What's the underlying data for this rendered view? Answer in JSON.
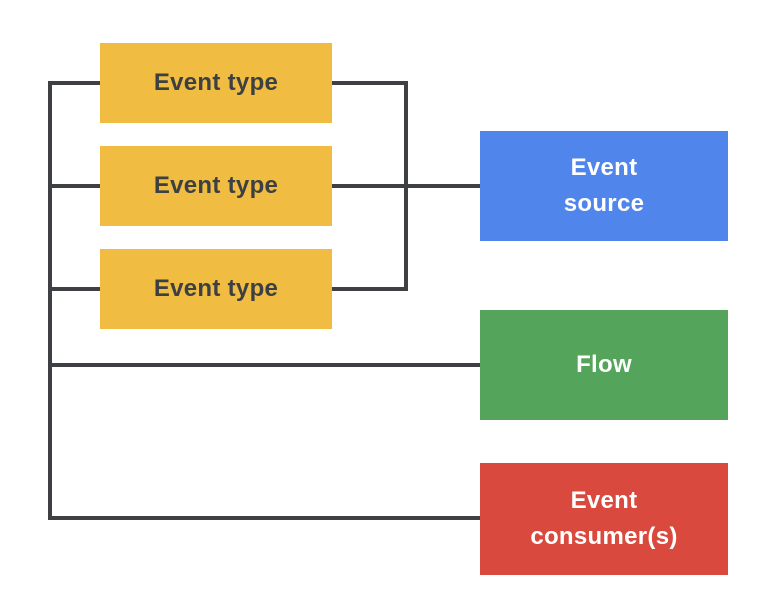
{
  "nodes": {
    "event_type_1": {
      "label": "Event type"
    },
    "event_type_2": {
      "label": "Event type"
    },
    "event_type_3": {
      "label": "Event type"
    },
    "event_source": {
      "lines": [
        "Event",
        "source"
      ]
    },
    "flow": {
      "label": "Flow"
    },
    "event_consumers": {
      "lines": [
        "Event",
        "consumer(s)"
      ]
    }
  },
  "colors": {
    "event_type": "#f0bc42",
    "event_type_text": "#3c4043",
    "event_source": "#5086ec",
    "flow": "#55a45c",
    "event_consumers": "#d9493d",
    "light_text": "#ffffff",
    "connector": "#3e4043",
    "background": "#ffffff"
  }
}
